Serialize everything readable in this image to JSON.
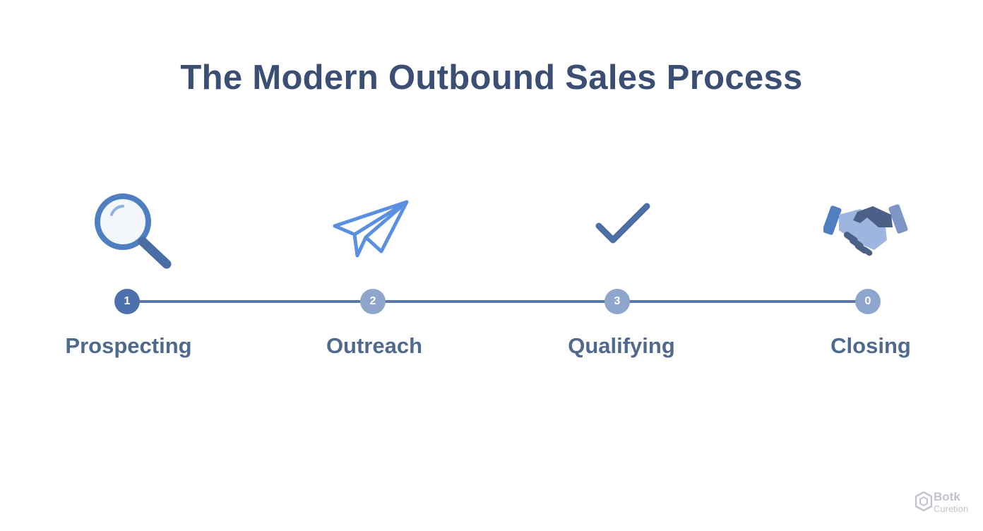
{
  "title": "The Modern Outbound Sales Process",
  "colors": {
    "title": "#3b4f75",
    "line": "#5a78a8",
    "active_node": "#4c71ac",
    "inactive_node": "#8ea6cc",
    "label": "#50698f",
    "icon_primary": "#4f7fc0",
    "icon_light": "#5b8fe0"
  },
  "steps": [
    {
      "number": "1",
      "label": "Prospecting",
      "icon": "magnifier-icon"
    },
    {
      "number": "2",
      "label": "Outreach",
      "icon": "paper-plane-icon"
    },
    {
      "number": "3",
      "label": "Qualifying",
      "icon": "checkmark-icon"
    },
    {
      "number": "0",
      "label": "Closing",
      "icon": "handshake-icon"
    }
  ],
  "watermark": {
    "line1": "Botk",
    "line2": "Curetion"
  }
}
